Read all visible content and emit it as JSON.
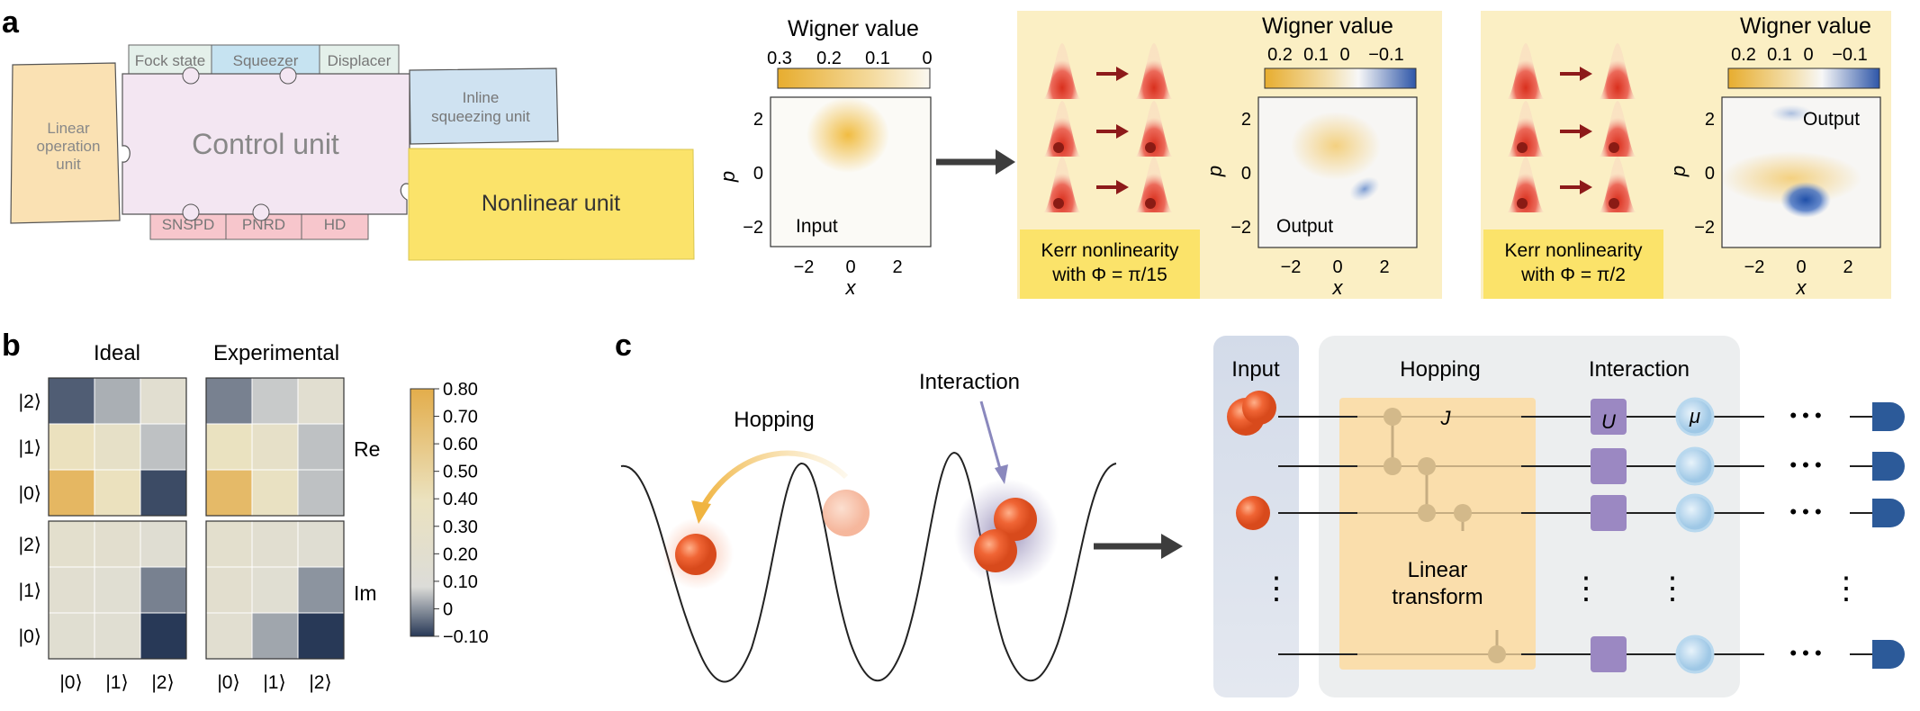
{
  "panel_a": {
    "label": "a",
    "puzzle": {
      "linear": [
        "Linear",
        "operation",
        "unit"
      ],
      "control": "Control unit",
      "top_tabs": [
        "Fock state",
        "Squeezer",
        "Displacer"
      ],
      "bottom_tabs": [
        "SNSPD",
        "PNRD",
        "HD"
      ],
      "inline": [
        "Inline",
        "squeezing unit"
      ],
      "nonlinear": "Nonlinear unit"
    },
    "input_plot": {
      "cbar_title": "Wigner value",
      "cbar_ticks": [
        "0.3",
        "0.2",
        "0.1",
        "0"
      ],
      "inset": "Input",
      "ylabel": "p",
      "xlabel": "x",
      "y_ticks": [
        "2",
        "0",
        "−2"
      ],
      "x_ticks": [
        "−2",
        "0",
        "2"
      ]
    },
    "out1": {
      "cbar_title": "Wigner value",
      "cbar_ticks": [
        "0.2",
        "0.1",
        "0",
        "−0.1"
      ],
      "inset": "Output",
      "ylabel": "p",
      "xlabel": "x",
      "y_ticks": [
        "2",
        "0",
        "−2"
      ],
      "x_ticks": [
        "−2",
        "0",
        "2"
      ],
      "caption_l1": "Kerr nonlinearity",
      "caption_l2": "with Φ = π/15"
    },
    "out2": {
      "cbar_title": "Wigner value",
      "cbar_ticks": [
        "0.2",
        "0.1",
        "0",
        "−0.1"
      ],
      "inset": "Output",
      "ylabel": "p",
      "xlabel": "x",
      "y_ticks": [
        "2",
        "0",
        "−2"
      ],
      "x_ticks": [
        "−2",
        "0",
        "2"
      ],
      "caption_l1": "Kerr nonlinearity",
      "caption_l2": "with Φ = π/2"
    }
  },
  "panel_b": {
    "label": "b",
    "ideal_title": "Ideal",
    "exp_title": "Experimental",
    "row_labels": [
      "|2⟩",
      "|1⟩",
      "|0⟩"
    ],
    "col_labels": [
      "|0⟩",
      "|1⟩",
      "|2⟩"
    ],
    "re_label": "Re",
    "im_label": "Im",
    "cbar_ticks": [
      "0.80",
      "0.70",
      "0.60",
      "0.50",
      "0.40",
      "0.30",
      "0.20",
      "0.10",
      "0",
      "−0.10"
    ],
    "cbar_range": [
      -0.1,
      0.8
    ],
    "ideal_re": [
      [
        -0.06,
        0.03,
        0.18
      ],
      [
        0.4,
        0.3,
        0.05
      ],
      [
        0.72,
        0.4,
        -0.08
      ]
    ],
    "ideal_im": [
      [
        0.22,
        0.2,
        0.15
      ],
      [
        0.18,
        0.16,
        -0.02
      ],
      [
        0.17,
        0.16,
        -0.1
      ]
    ],
    "exp_re": [
      [
        -0.02,
        0.06,
        0.18
      ],
      [
        0.38,
        0.28,
        0.05
      ],
      [
        0.7,
        0.36,
        0.05
      ]
    ],
    "exp_im": [
      [
        0.22,
        0.18,
        0.15
      ],
      [
        0.2,
        0.16,
        0.0
      ],
      [
        0.18,
        0.02,
        -0.1
      ]
    ]
  },
  "panel_c": {
    "label": "c",
    "hopping_text": "Hopping",
    "interaction_text": "Interaction",
    "circuit": {
      "input": "Input",
      "hopping": "Hopping",
      "interaction": "Interaction",
      "J": "J",
      "U": "U",
      "mu": "μ",
      "linear_l1": "Linear",
      "linear_l2": "transform",
      "dots": "• • •",
      "vdots": "⋮"
    }
  },
  "colors": {
    "gold": "#e6b34a",
    "blue": "#2c4f8f",
    "orange": "#ee6a3a",
    "panel_bg": "#fbefc4",
    "arrow": "#404040"
  }
}
